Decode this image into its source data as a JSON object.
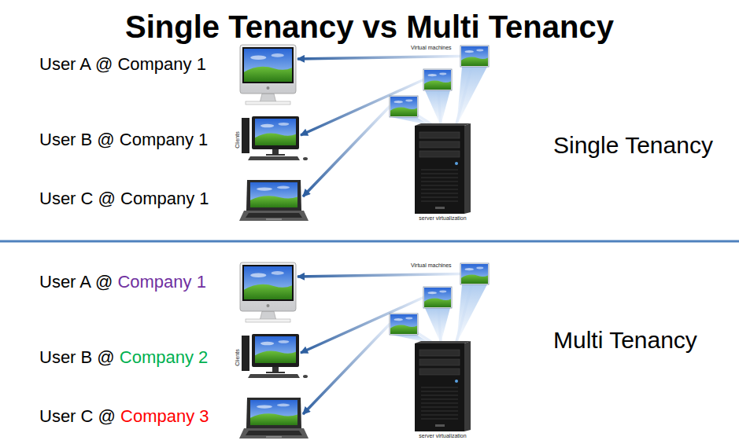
{
  "diagram": {
    "title": "Single Tenancy vs Multi Tenancy",
    "nodes": [
      {
        "text": [
          "User A @",
          "Company 1"
        ]
      },
      {
        "text": [
          "User B @",
          "Company 1"
        ]
      },
      {
        "text": [
          "User C @",
          "Company 1"
        ]
      },
      {
        "text": [
          "server virtualization"
        ]
      },
      {
        "text": [
          "User A @",
          "Company 1"
        ]
      },
      {
        "text": [
          "User B @",
          "Company 2"
        ]
      },
      {
        "text": [
          "User C @",
          "Company 3"
        ]
      },
      {
        "text": [
          "server virtualization"
        ]
      }
    ],
    "edges": [
      {
        "from": 3,
        "to": 0,
        "arrow": "to"
      },
      {
        "from": 3,
        "to": 1,
        "arrow": "to"
      },
      {
        "from": 3,
        "to": 2,
        "arrow": "to"
      },
      {
        "from": 7,
        "to": 4,
        "arrow": "to"
      },
      {
        "from": 7,
        "to": 5,
        "arrow": "to"
      },
      {
        "from": 7,
        "to": 6,
        "arrow": "to"
      }
    ],
    "labels": [
      "Virtual machines",
      "Clients",
      "Single Tenancy",
      "Virtual machines",
      "Clients",
      "Multi Tenancy"
    ]
  }
}
